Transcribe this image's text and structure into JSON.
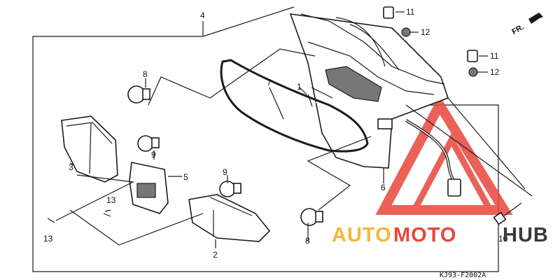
{
  "callouts": {
    "c1": "1",
    "c2": "2",
    "c3": "3",
    "c4": "4",
    "c5": "5",
    "c6": "6",
    "c7": "7",
    "c8a": "8",
    "c8b": "8",
    "c9a": "9",
    "c9b": "9",
    "c10": "10",
    "c11a": "11",
    "c11b": "11",
    "c12a": "12",
    "c12b": "12",
    "c13a": "13",
    "c13b": "13"
  },
  "direction_label": "FR.",
  "diagram_code": "KJ93-F2002A",
  "watermark": {
    "part1": "AUTO",
    "part2": "MOTO",
    "part3": "HUB"
  },
  "colors": {
    "watermark_orange": "#f4b63c",
    "watermark_red": "#e8463c",
    "watermark_dark": "#3a3a3a",
    "line": "#1a1a1a"
  }
}
